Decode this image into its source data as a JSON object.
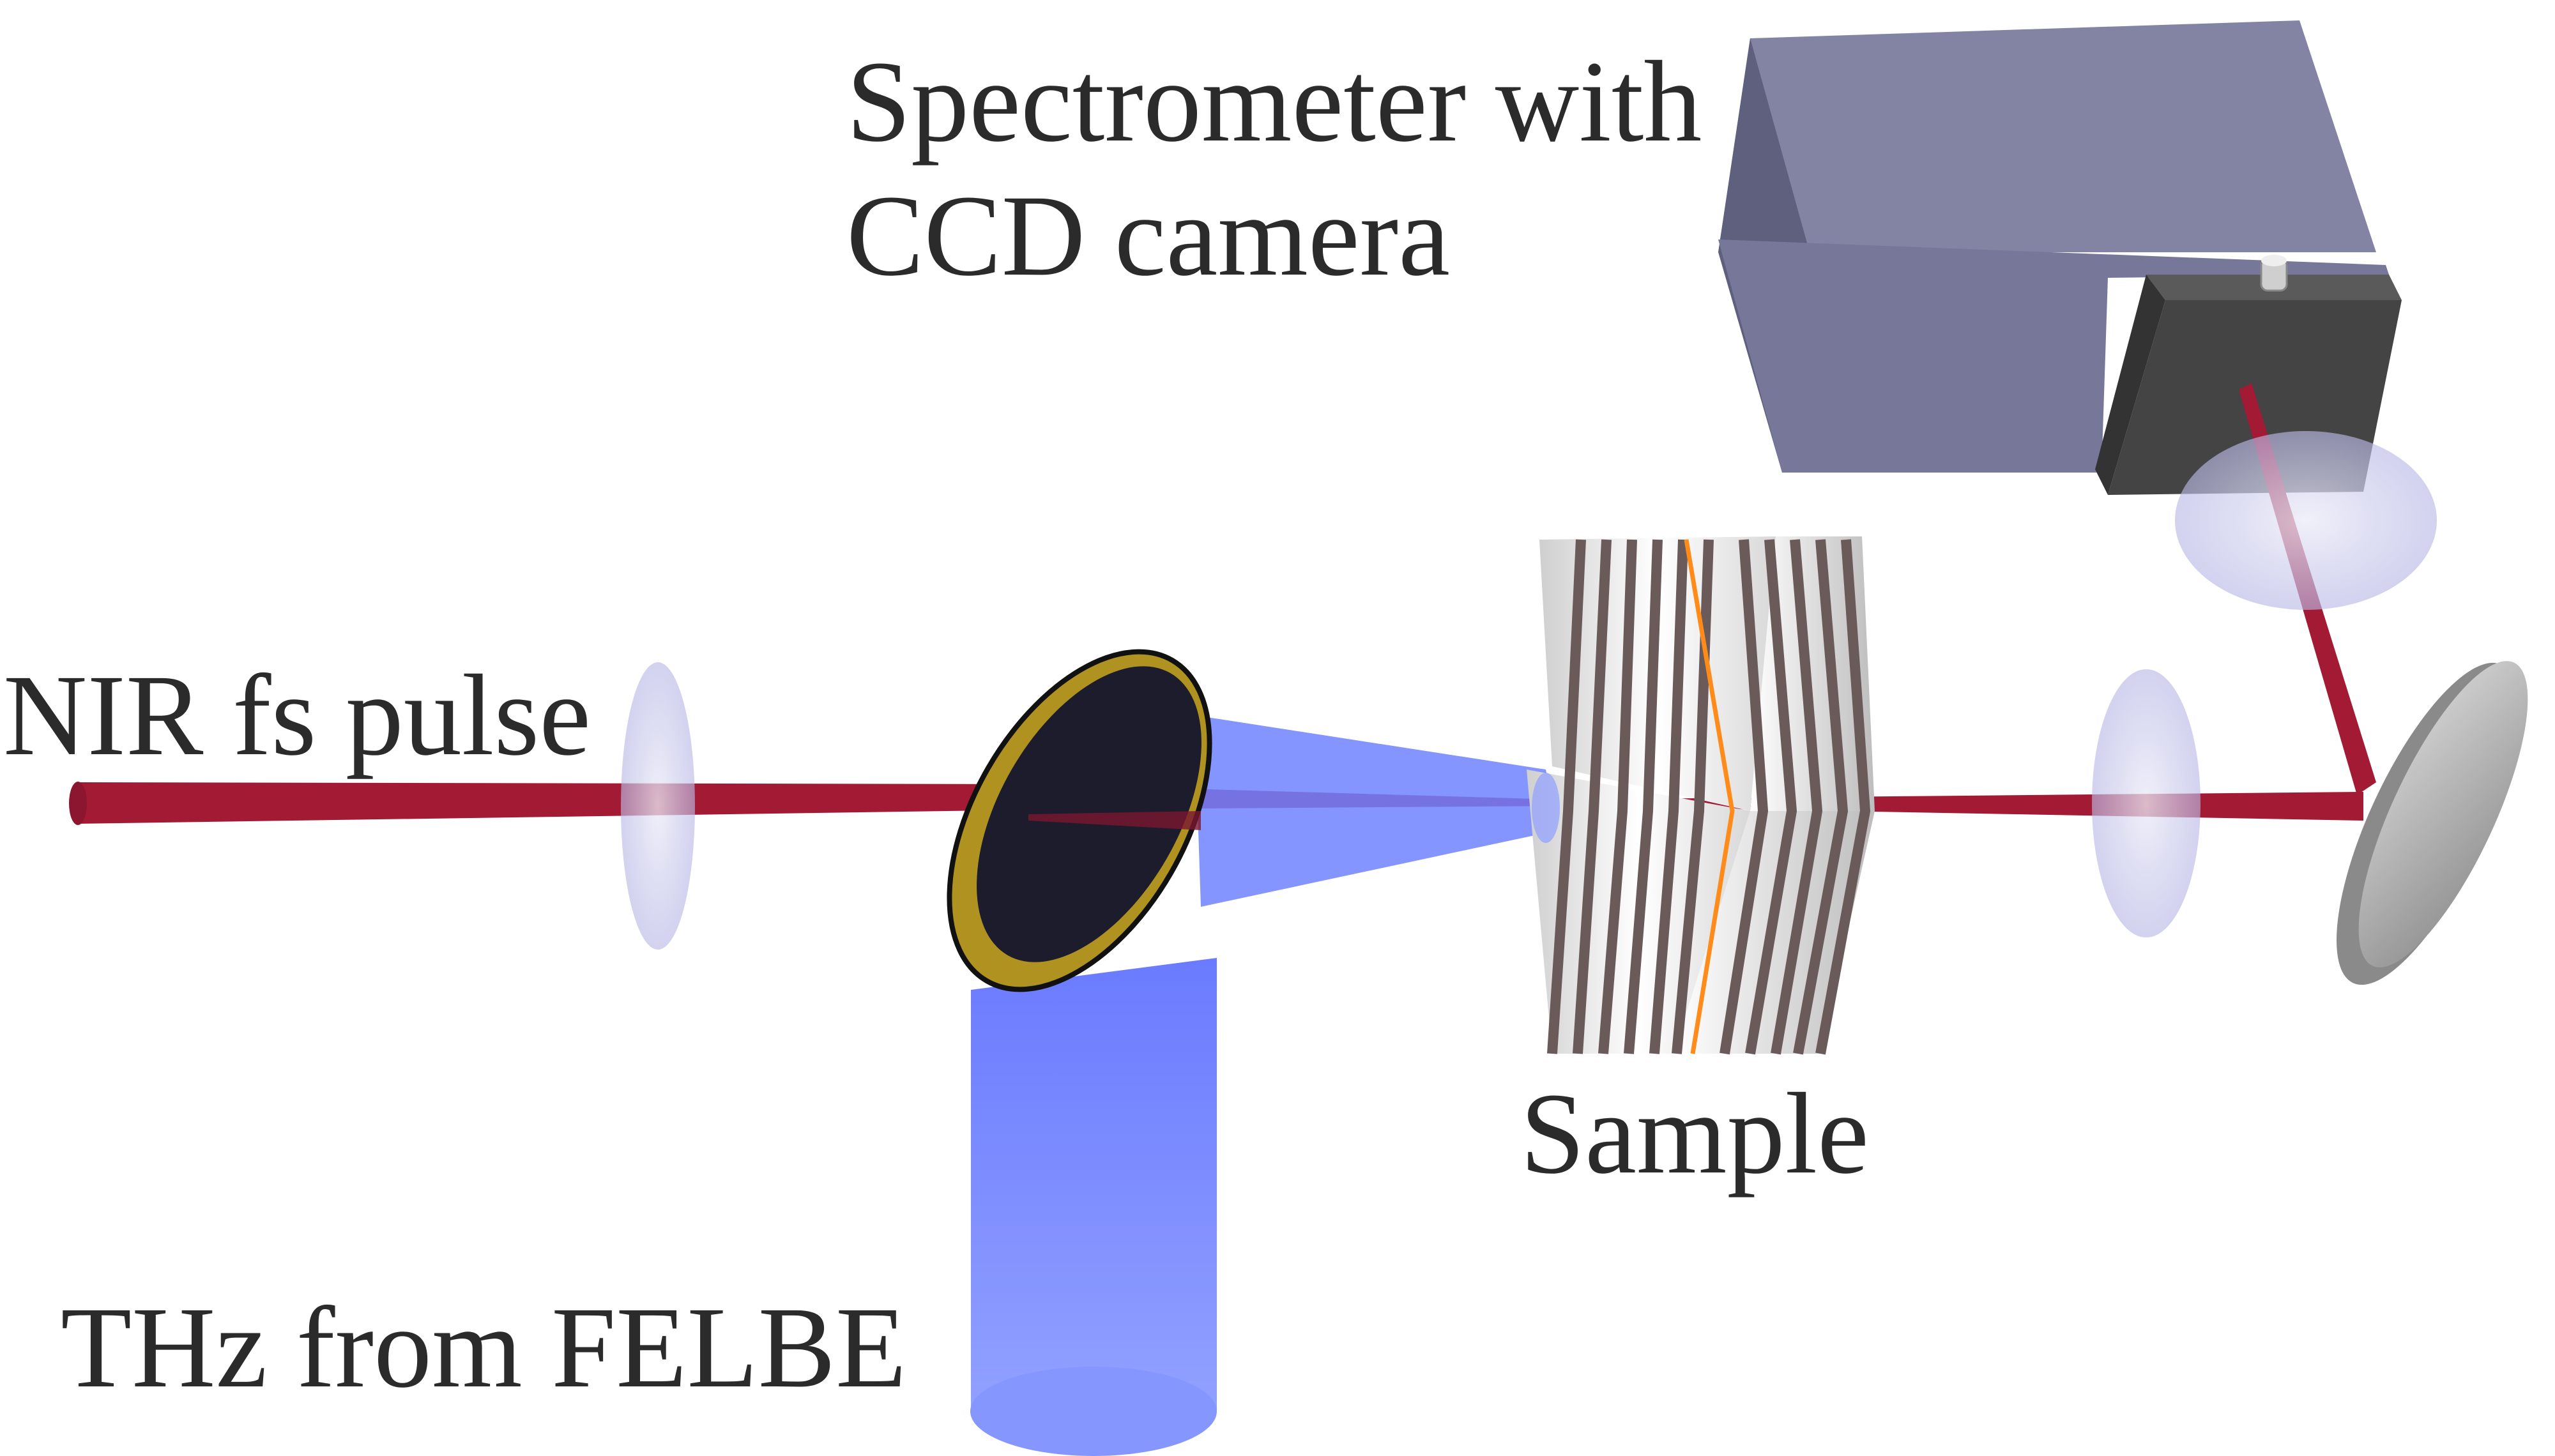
{
  "labels": {
    "spectrometer_line1": "Spectrometer with",
    "spectrometer_line2": "CCD camera",
    "nir_pulse": "NIR fs pulse",
    "sample": "Sample",
    "thz_source": "THz from FELBE"
  },
  "colors": {
    "nir_beam": "#a31a35",
    "thz_beam": "#6b7dff",
    "spectrometer_body": "#7b7b9b",
    "camera": "#444444",
    "mirror_gold": "#a08820",
    "sample_stripe": "#6a5a5a",
    "sample_center_line": "#ff8c1a",
    "lens": "#c7c7ee",
    "flat_mirror": "#9a9a9a"
  },
  "components": [
    "nir-input-beam",
    "focusing-lens-1",
    "parabolic-mirror",
    "thz-beam",
    "sample-multilayer",
    "collimating-lens-2",
    "flat-mirror",
    "focusing-lens-3",
    "spectrometer",
    "ccd-camera"
  ]
}
